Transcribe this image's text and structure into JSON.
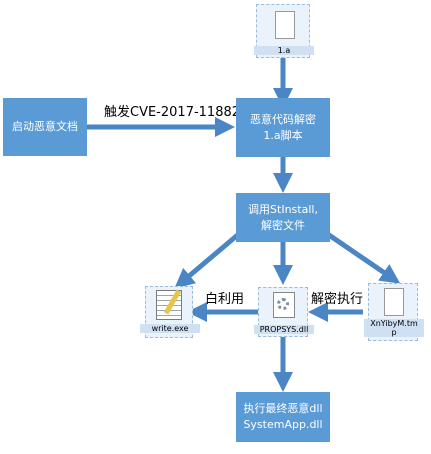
{
  "nodes": {
    "file_1a": {
      "caption": "1.a"
    },
    "start_doc": {
      "label": "启动恶意文档"
    },
    "decrypt_script": {
      "line1": "恶意代码解密",
      "line2": "1.a脚本"
    },
    "call_install": {
      "line1": "调用StInstall,",
      "line2": "解密文件"
    },
    "write_exe": {
      "caption": "write.exe"
    },
    "propsys_dll": {
      "caption": "PROPSYS.dll"
    },
    "xnyibymtmp": {
      "caption": "XnYibyM.tm",
      "caption2": "p"
    },
    "final_dll": {
      "line1": "执行最终恶意dll",
      "line2": "SystemApp.dll"
    }
  },
  "edges": {
    "trigger_label": "触发CVE-2017-11882",
    "whitelist_label": "白利用",
    "decrypt_exec_label": "解密执行"
  },
  "colors": {
    "box": "#5b9bd5",
    "arrow": "#4a86c5"
  }
}
